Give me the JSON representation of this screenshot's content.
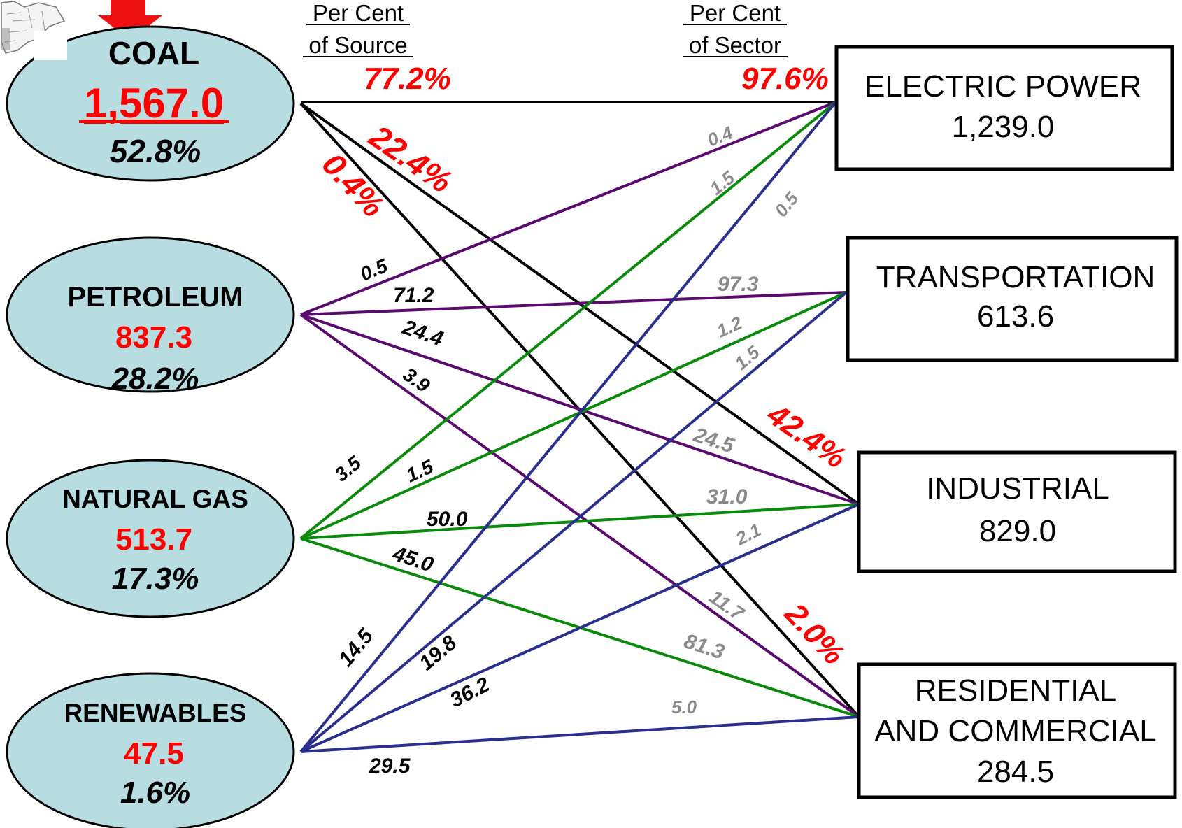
{
  "headers": {
    "source_line1": "Per Cent",
    "source_line2": "of Source",
    "sector_line1": "Per Cent",
    "sector_line2": "of Sector"
  },
  "sources": [
    {
      "name": "COAL",
      "value": "1,567.0",
      "percent": "52.8%",
      "line_color": "#000000"
    },
    {
      "name": "PETROLEUM",
      "value": "837.3",
      "percent": "28.2%",
      "line_color": "#5a0a6e"
    },
    {
      "name": "NATURAL GAS",
      "value": "513.7",
      "percent": "17.3%",
      "line_color": "#0a8a0a"
    },
    {
      "name": "RENEWABLES",
      "value": "47.5",
      "percent": "1.6%",
      "line_color": "#2a2f8e"
    }
  ],
  "sectors": [
    {
      "name_line1": "ELECTRIC POWER",
      "name_line2": "",
      "value": "1,239.0"
    },
    {
      "name_line1": "TRANSPORTATION",
      "name_line2": "",
      "value": "613.6"
    },
    {
      "name_line1": "INDUSTRIAL",
      "name_line2": "",
      "value": "829.0"
    },
    {
      "name_line1": "RESIDENTIAL",
      "name_line2": "AND COMMERCIAL",
      "value": "284.5"
    }
  ],
  "flow_labels": {
    "coal_electric_source": "77.2%",
    "coal_electric_sector": "97.6%",
    "coal_industrial_source": "22.4%",
    "coal_residential_source": "0.4%",
    "coal_industrial_sector": "42.4%",
    "coal_residential_sector": "2.0%",
    "pet_electric_source": "0.5",
    "pet_transport_source": "71.2",
    "pet_industrial_source": "24.4",
    "pet_residential_source": "3.9",
    "pet_electric_sector": "0.4",
    "pet_transport_sector": "97.3",
    "pet_industrial_sector": "24.5",
    "pet_residential_sector": "11.7",
    "gas_electric_source": "3.5",
    "gas_transport_source": "1.5",
    "gas_industrial_source": "50.0",
    "gas_residential_source": "45.0",
    "gas_electric_sector": "1.5",
    "gas_transport_sector": "1.2",
    "gas_industrial_sector": "31.0",
    "gas_residential_sector": "81.3",
    "ren_electric_source": "14.5",
    "ren_transport_source": "19.8",
    "ren_industrial_source": "36.2",
    "ren_residential_source": "29.5",
    "ren_electric_sector": "0.5",
    "ren_transport_sector": "1.5",
    "ren_industrial_sector": "2.1",
    "ren_residential_sector": "5.0"
  },
  "colors": {
    "ellipse_fill": "#b8dde0",
    "highlight_red": "#ff0000",
    "sector_label_gray": "#8a8a8a",
    "source_label_black": "#000000"
  }
}
